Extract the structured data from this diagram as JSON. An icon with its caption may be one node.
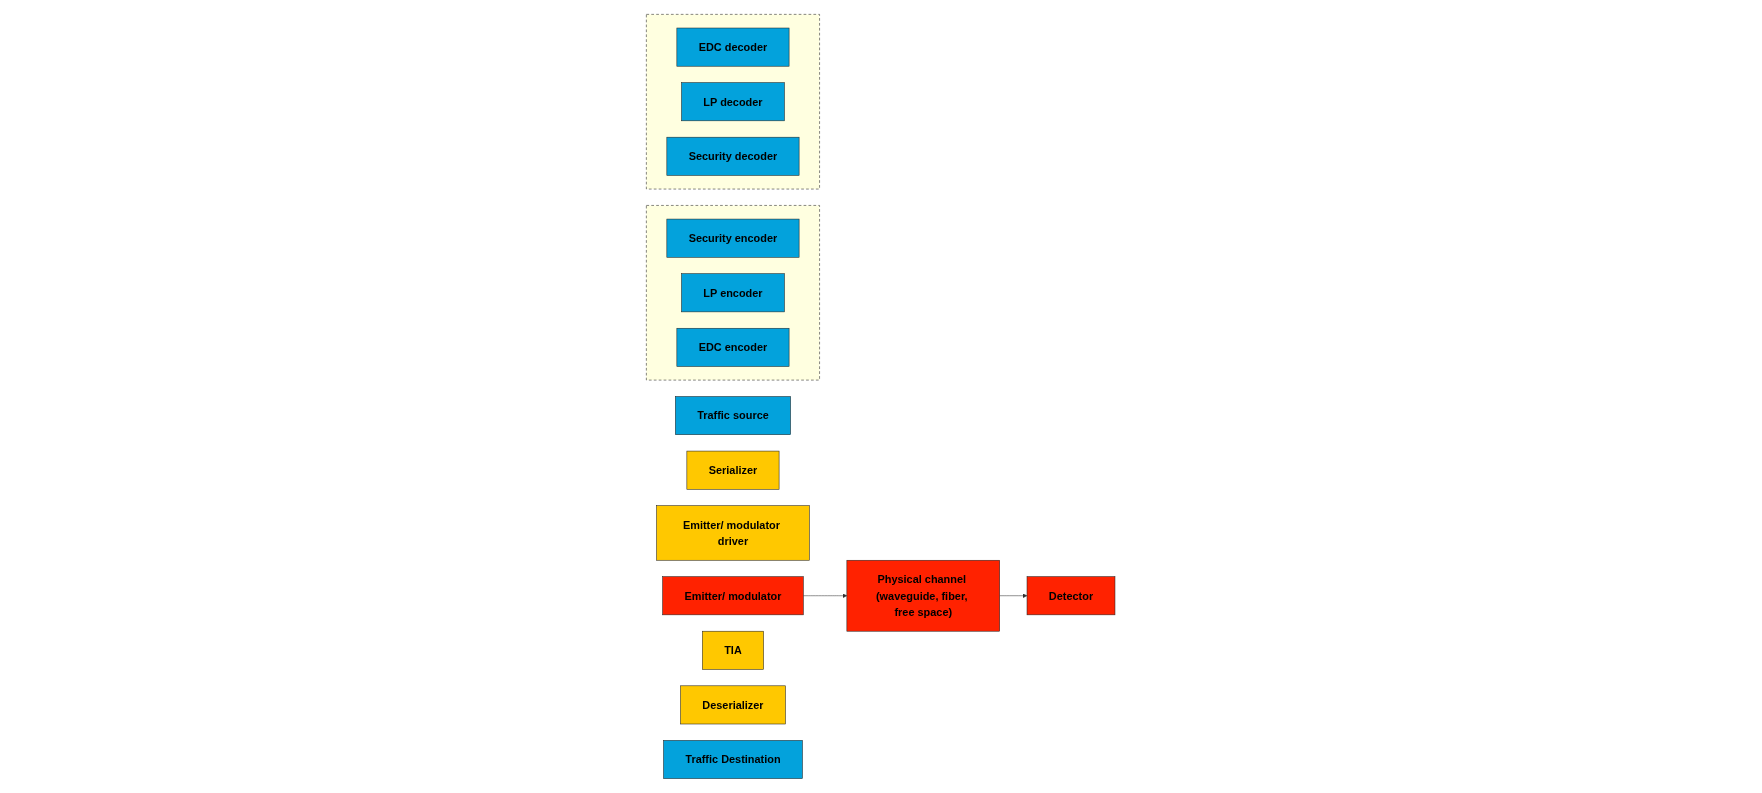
{
  "diagram": {
    "nodes": [
      {
        "text": [
          "Traffic source"
        ]
      },
      {
        "text": [],
        "shape": "box"
      },
      {
        "text": [
          "Security encoder"
        ],
        "in": 1
      },
      {
        "text": [
          "LP encoder"
        ],
        "in": 1
      },
      {
        "text": [
          "EDC encoder"
        ],
        "in": 1
      },
      {
        "text": [
          "Serializer"
        ]
      },
      {
        "text": [
          "Emitter/ modulator driver"
        ]
      },
      {
        "text": [
          "Emitter/ modulator"
        ]
      },
      {
        "text": [
          "Physical channel (waveguide, fiber, free space)"
        ]
      },
      {
        "text": [
          "Detector"
        ]
      },
      {
        "text": [
          "TIA"
        ]
      },
      {
        "text": [
          "Deserializer"
        ]
      },
      {
        "text": [],
        "shape": "box"
      },
      {
        "text": [
          "EDC decoder"
        ],
        "in": 12
      },
      {
        "text": [
          "LP decoder"
        ],
        "in": 12
      },
      {
        "text": [
          "Security decoder"
        ],
        "in": 12
      },
      {
        "text": [
          "Traffic Destination"
        ]
      }
    ],
    "edges": [
      {
        "from": 7,
        "to": 8,
        "arrow": "to"
      },
      {
        "from": 8,
        "to": 9,
        "arrow": "to"
      }
    ]
  }
}
